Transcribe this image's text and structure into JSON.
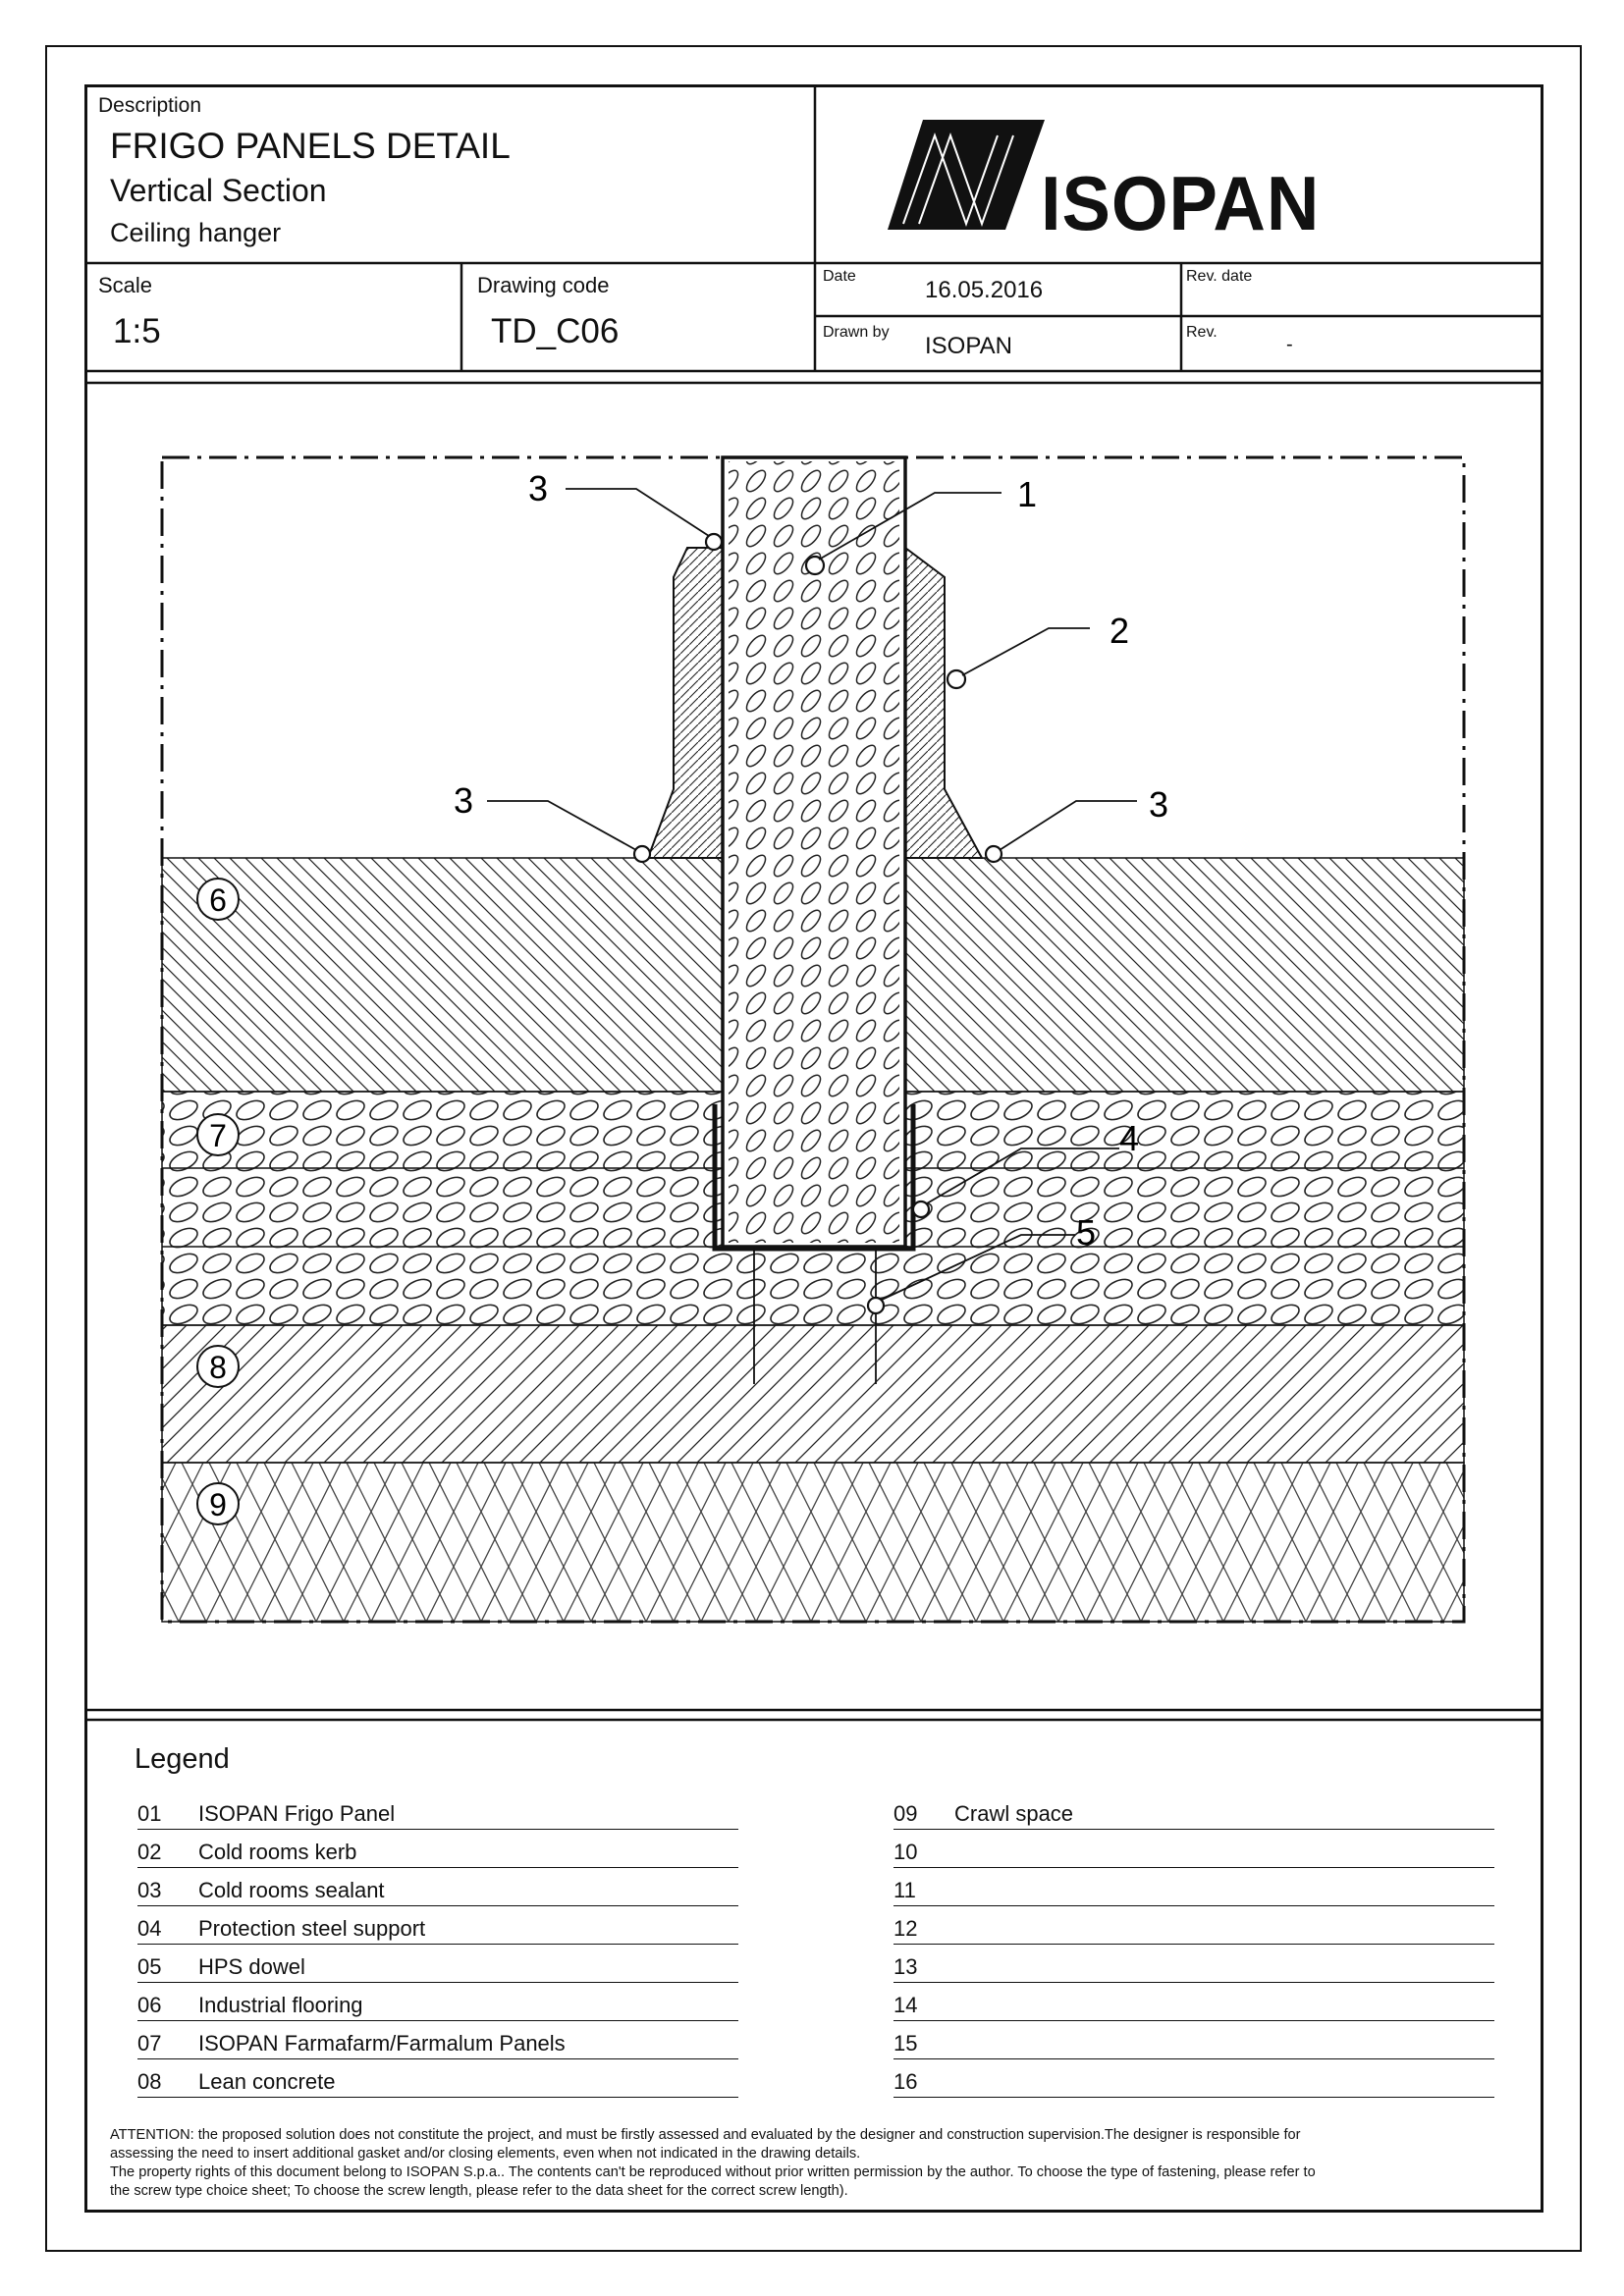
{
  "header": {
    "description_label": "Description",
    "title": "FRIGO PANELS DETAIL",
    "subtitle": "Vertical Section",
    "subtitle2": "Ceiling hanger",
    "brand": "ISOPAN",
    "scale_label": "Scale",
    "scale_value": "1:5",
    "code_label": "Drawing code",
    "code_value": "TD_C06",
    "date_label": "Date",
    "date_value": "16.05.2016",
    "drawn_label": "Drawn by",
    "drawn_value": "ISOPAN",
    "rev_date_label": "Rev. date",
    "rev_label": "Rev.",
    "rev_value": "-"
  },
  "callouts": [
    "1",
    "2",
    "3",
    "3",
    "3",
    "4",
    "5",
    "6",
    "7",
    "8",
    "9"
  ],
  "legend": {
    "title": "Legend",
    "left": [
      {
        "num": "01",
        "text": "ISOPAN Frigo Panel"
      },
      {
        "num": "02",
        "text": "Cold rooms kerb"
      },
      {
        "num": "03",
        "text": "Cold rooms sealant"
      },
      {
        "num": "04",
        "text": "Protection steel support"
      },
      {
        "num": "05",
        "text": "HPS dowel"
      },
      {
        "num": "06",
        "text": "Industrial flooring"
      },
      {
        "num": "07",
        "text": "ISOPAN Farmafarm/Farmalum Panels"
      },
      {
        "num": "08",
        "text": "Lean concrete"
      }
    ],
    "right": [
      {
        "num": "09",
        "text": "Crawl space"
      },
      {
        "num": "10",
        "text": ""
      },
      {
        "num": "11",
        "text": ""
      },
      {
        "num": "12",
        "text": ""
      },
      {
        "num": "13",
        "text": ""
      },
      {
        "num": "14",
        "text": ""
      },
      {
        "num": "15",
        "text": ""
      },
      {
        "num": "16",
        "text": ""
      }
    ]
  },
  "attention": {
    "line1": "ATTENTION: the proposed solution does not constitute the project, and must be firstly assessed and evaluated by the designer and construction supervision.The designer is responsible for",
    "line2": "assessing the need to insert additional gasket and/or closing elements, even when not indicated in the drawing details.",
    "line3": "The property rights of this document belong to ISOPAN S.p.a.. The contents can't be reproduced without prior written permission by the author. To choose the type of fastening, please refer to",
    "line4": "the screw type choice sheet; To choose the screw length, please refer to the data sheet for the correct screw length)."
  }
}
